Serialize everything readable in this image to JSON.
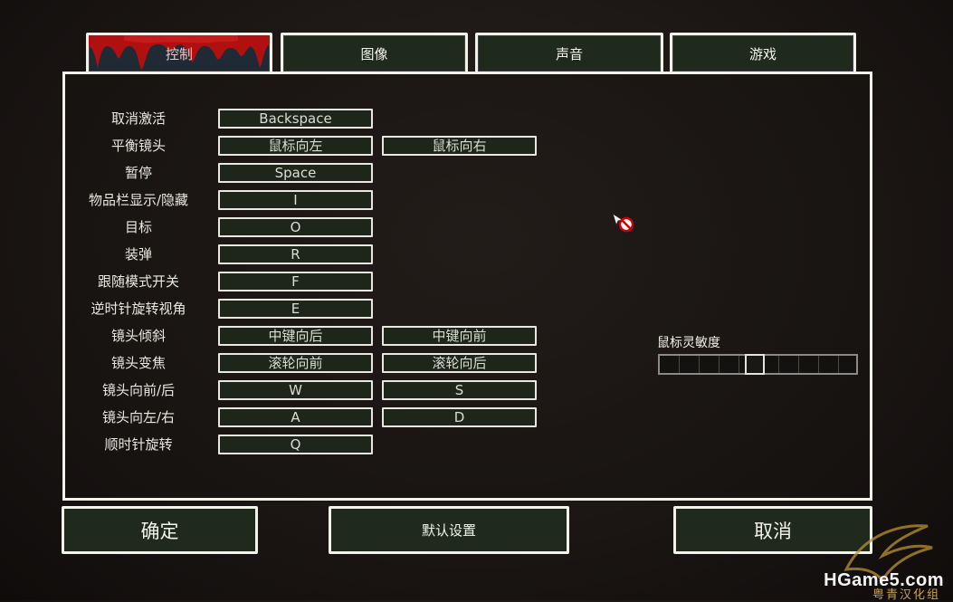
{
  "tabs": [
    {
      "label": "控制",
      "active": true
    },
    {
      "label": "图像",
      "active": false
    },
    {
      "label": "声音",
      "active": false
    },
    {
      "label": "游戏",
      "active": false
    }
  ],
  "bindings": [
    {
      "action": "取消激活",
      "key1": "Backspace",
      "key2": null
    },
    {
      "action": "平衡镜头",
      "key1": "鼠标向左",
      "key2": "鼠标向右"
    },
    {
      "action": "暂停",
      "key1": "Space",
      "key2": null
    },
    {
      "action": "物品栏显示/隐藏",
      "key1": "I",
      "key2": null
    },
    {
      "action": "目标",
      "key1": "O",
      "key2": null
    },
    {
      "action": "装弹",
      "key1": "R",
      "key2": null
    },
    {
      "action": "跟随模式开关",
      "key1": "F",
      "key2": null
    },
    {
      "action": "逆时针旋转视角",
      "key1": "E",
      "key2": null
    },
    {
      "action": "镜头倾斜",
      "key1": "中键向后",
      "key2": "中键向前"
    },
    {
      "action": "镜头变焦",
      "key1": "滚轮向前",
      "key2": "滚轮向后"
    },
    {
      "action": "镜头向前/后",
      "key1": "W",
      "key2": "S"
    },
    {
      "action": "镜头向左/右",
      "key1": "A",
      "key2": "D"
    },
    {
      "action": "顺时针旋转",
      "key1": "Q",
      "key2": null
    }
  ],
  "mouse_sensitivity": {
    "label": "鼠标灵敏度",
    "value": 0.48
  },
  "buttons": {
    "confirm": "确定",
    "defaults": "默认设置",
    "cancel": "取消"
  },
  "watermark": {
    "text": "HGame5.com",
    "sub": "粤青汉化组"
  },
  "colors": {
    "button_bg": "#1f2a1c",
    "border": "#f2f2ea",
    "blood": "#b01010"
  }
}
